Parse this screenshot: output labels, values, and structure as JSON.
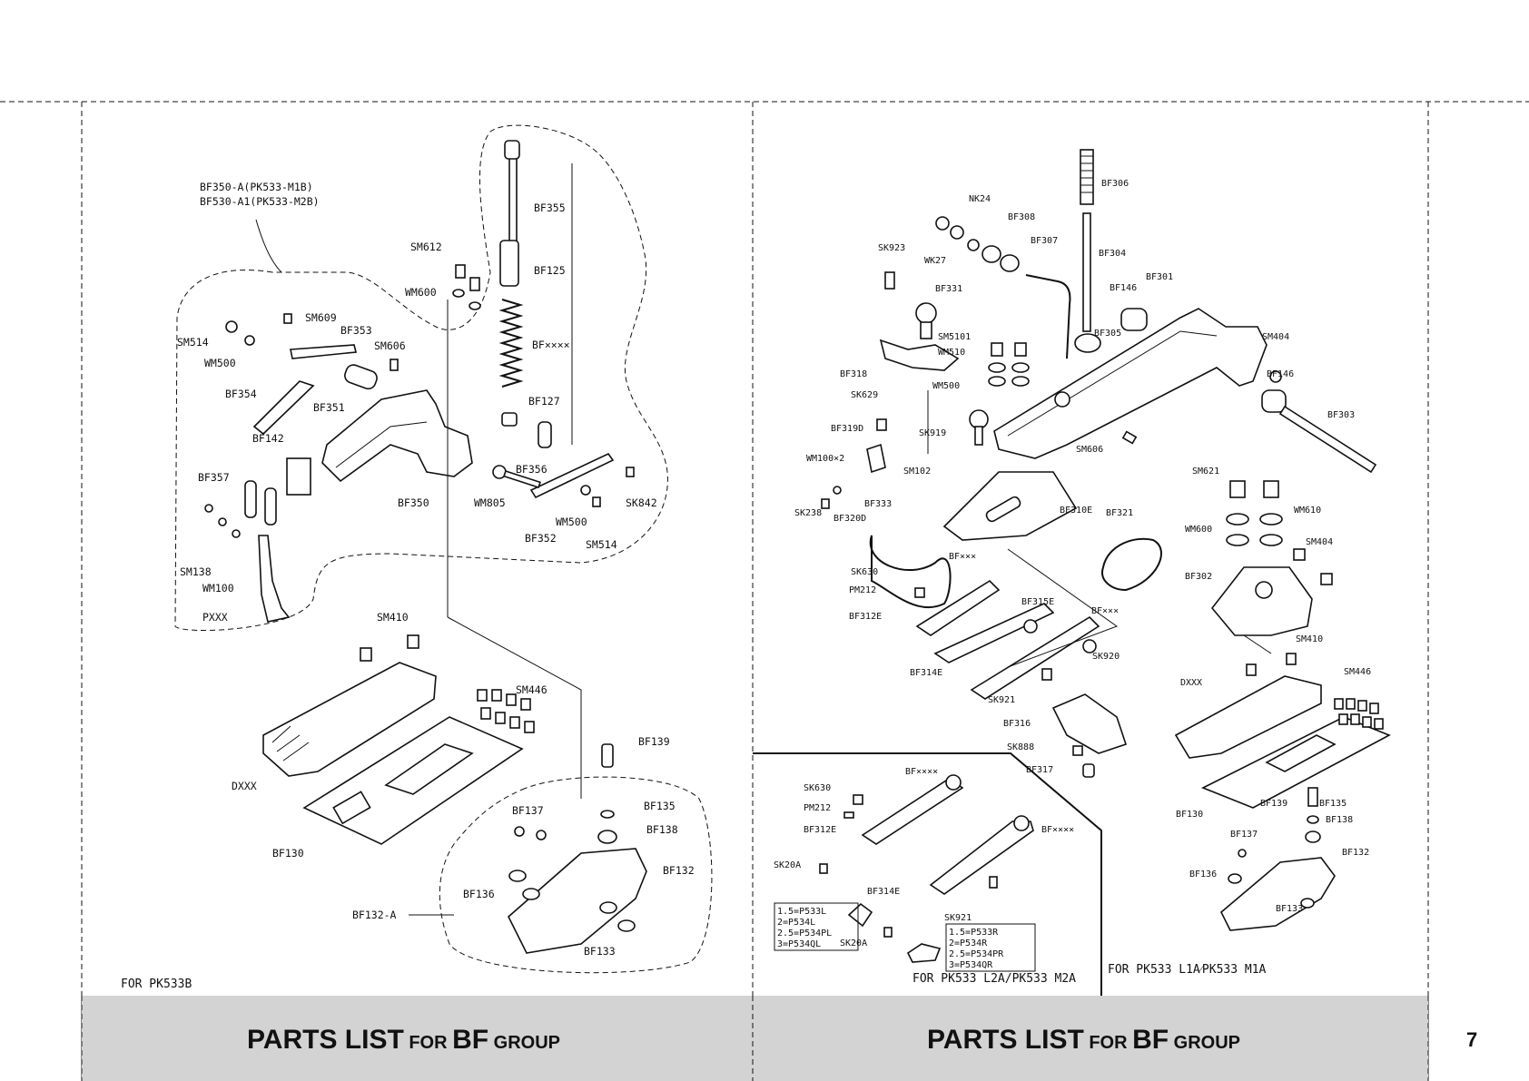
{
  "left_panel": {
    "callout_1": "BF350-A(PK533-M1B)",
    "callout_2": "BF530-A1(PK533-M2B)",
    "note": "FOR  PK533B",
    "labels": {
      "bf355": "BF355",
      "sm612": "SM612",
      "bf125": "BF125",
      "wm600": "WM600",
      "sm609": "SM609",
      "bf353": "BF353",
      "sm514a": "SM514",
      "sm606": "SM606",
      "wm500a": "WM500",
      "bfxxxx": "BF××××",
      "bf354": "BF354",
      "bf351": "BF351",
      "bf127": "BF127",
      "bf142": "BF142",
      "bf357": "BF357",
      "bf356": "BF356",
      "bf350": "BF350",
      "wm805": "WM805",
      "sk842": "SK842",
      "wm500b": "WM500",
      "bf352": "BF352",
      "sm514b": "SM514",
      "sm138": "SM138",
      "wm100": "WM100",
      "pxxx": "PXXX",
      "sm410": "SM410",
      "sm446": "SM446",
      "dxxx": "DXXX",
      "bf139": "BF139",
      "bf137": "BF137",
      "bf135": "BF135",
      "bf138": "BF138",
      "bf130": "BF130",
      "bf132": "BF132",
      "bf136": "BF136",
      "bf132a": "BF132-A",
      "bf133": "BF133"
    }
  },
  "right_panel": {
    "labels": {
      "bf306a": "BF306",
      "nk24": "NK24",
      "bf308": "BF308",
      "bf307": "BF307",
      "sk923": "SK923",
      "wk27": "WK27",
      "bf304": "BF304",
      "bf301": "BF301",
      "bf331": "BF331",
      "bf146a": "BF146",
      "sm5101": "SM5101",
      "wm510": "WM510",
      "bf305": "BF305",
      "sm404a": "SM404",
      "bf318": "BF318",
      "bf146b": "BF146",
      "wm500": "WM500",
      "sk629": "SK629",
      "bf303": "BF303",
      "bf319d": "BF319D",
      "sk919": "SK919",
      "sm606": "SM606",
      "wm100x2": "WM100×2",
      "sm102": "SM102",
      "sm621": "SM621",
      "sk238": "SK238",
      "bf333": "BF333",
      "bf310e": "BF310E",
      "bf321": "BF321",
      "wm610": "WM610",
      "bf320d": "BF320D",
      "wm600": "WM600",
      "sm404b": "SM404",
      "bfxxx1": "BF×××",
      "sk630": "SK630",
      "bf302": "BF302",
      "pm212": "PM212",
      "bf315e": "BF315E",
      "bfxxx2": "BF×××",
      "bf312e": "BF312E",
      "sk920": "SK920",
      "sm410": "SM410",
      "bf314e": "BF314E",
      "sm446": "SM446",
      "dxxx": "DXXX",
      "sk921": "SK921",
      "bf316": "BF316",
      "sk888": "SK888",
      "bf317": "BF317",
      "bf130": "BF130",
      "bf139": "BF139",
      "bf135": "BF135",
      "bf138": "BF138",
      "bf137": "BF137",
      "bf132": "BF132",
      "bf136": "BF136",
      "bf133": "BF133"
    },
    "note": "FOR  PK533  L1A⁄PK533  M1A"
  },
  "inset": {
    "labels": {
      "bfxxxx1": "BF××××",
      "sk630": "SK630",
      "pm212": "PM212",
      "bf312e": "BF312E",
      "bfxxxx2": "BF××××",
      "sk20a1": "SK20A",
      "bf314e": "BF314E",
      "sk921": "SK921",
      "sk20a2": "SK20A"
    },
    "box_left": [
      "1.5=P533L",
      "2=P534L",
      "2.5=P534PL",
      "3=P534QL"
    ],
    "box_right": [
      "1.5=P533R",
      "2=P534R",
      "2.5=P534PR",
      "3=P534QR"
    ],
    "note": "FOR  PK533  L2A/PK533  M2A"
  },
  "footer": {
    "left": {
      "big1": "PARTS LIST",
      "small1": " FOR ",
      "big2": "BF",
      "small2": " GROUP"
    },
    "right": {
      "big1": "PARTS LIST",
      "small1": " FOR ",
      "big2": "BF",
      "small2": " GROUP"
    },
    "page_number": "7"
  }
}
